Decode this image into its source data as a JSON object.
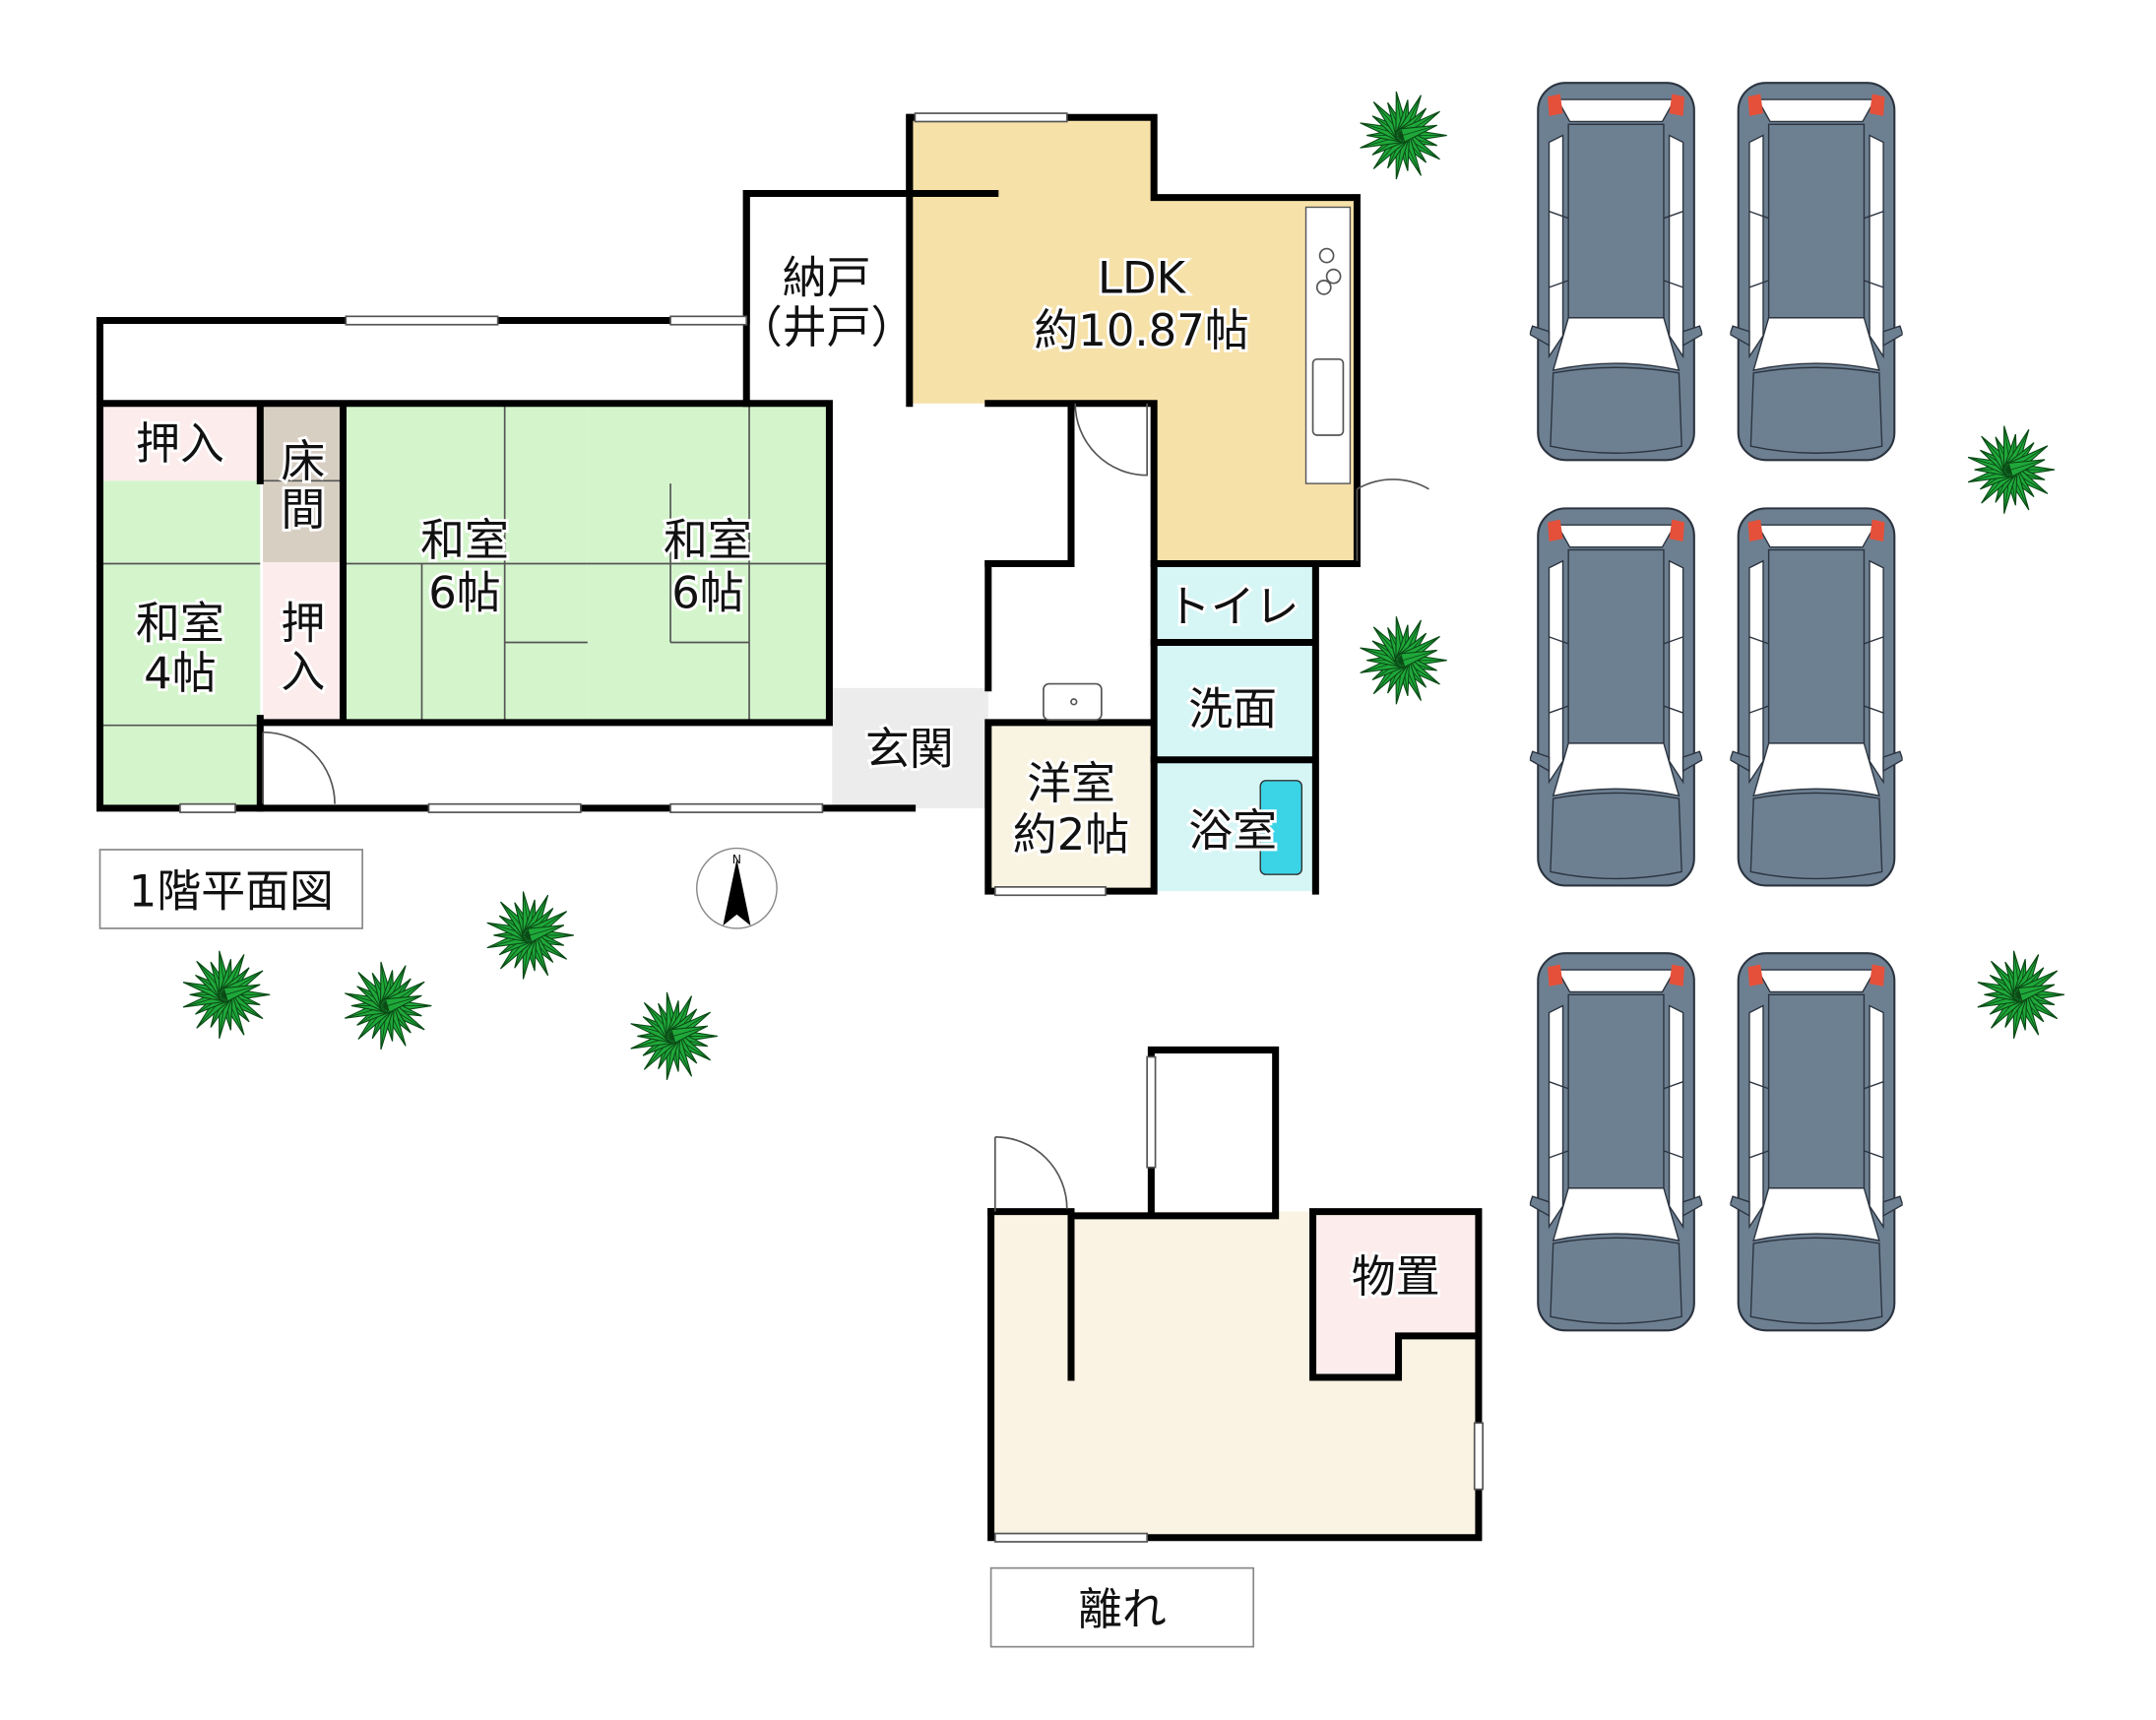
{
  "plan": {
    "title_floor1": "1階平面図",
    "title_annex": "離れ",
    "compass": "N",
    "rooms": {
      "oshiire_top": "押入",
      "washitsu4": {
        "l1": "和室",
        "l2": "4帖"
      },
      "tokonoma": {
        "l1": "床",
        "l2": "間"
      },
      "oshiire_side": {
        "l1": "押",
        "l2": "入"
      },
      "washitsu6a": {
        "l1": "和室",
        "l2": "6帖"
      },
      "washitsu6b": {
        "l1": "和室",
        "l2": "6帖"
      },
      "nando": {
        "l1": "納戸",
        "l2": "（井戸）"
      },
      "ldk": {
        "l1": "LDK",
        "l2": "約10.87帖"
      },
      "genkan": "玄関",
      "yoshitsu": {
        "l1": "洋室",
        "l2": "約2帖"
      },
      "toilet": "トイレ",
      "senmen": "洗面",
      "yokushitsu": "浴室",
      "monooki": "物置"
    }
  },
  "colors": {
    "washitsu": "#d4f5cc",
    "oshiire": "#fcecec",
    "tokonoma": "#d8cfc3",
    "ldk": "#f6e1a8",
    "wet": "#d6f6f6",
    "yoshitsu": "#f9f4e2",
    "annex": "#faf3e3",
    "genkan": "#ececec",
    "car": "#6d8092",
    "plant": "#1fa83a"
  }
}
